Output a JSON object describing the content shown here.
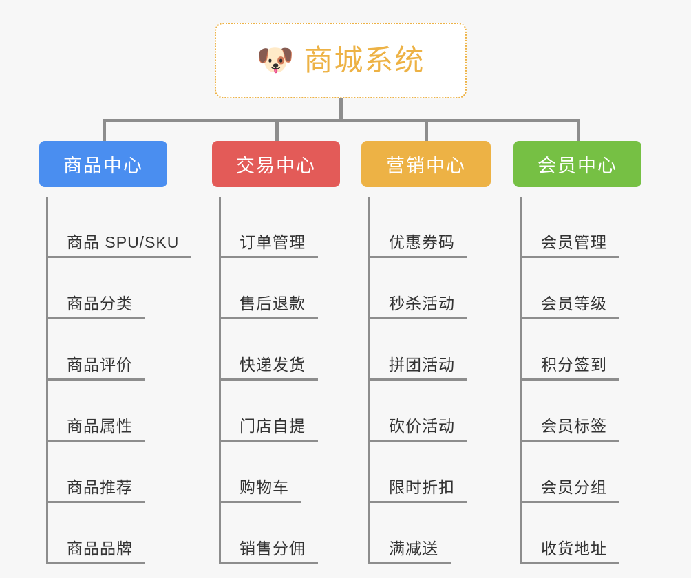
{
  "page": {
    "background_color": "#f7f7f7",
    "line_color": "#8d8d8d",
    "leaf_text_color": "#333333"
  },
  "root": {
    "title": "商城系统",
    "emoji": "🐶",
    "emoji_name": "shiba-dog-face",
    "accent_color": "#edb245",
    "border_style": "dotted",
    "background_color": "#ffffff"
  },
  "columns": [
    {
      "id": "product-center",
      "label": "商品中心",
      "color": "#4a8ef0",
      "items": [
        "商品 SPU/SKU",
        "商品分类",
        "商品评价",
        "商品属性",
        "商品推荐",
        "商品品牌"
      ]
    },
    {
      "id": "trade-center",
      "label": "交易中心",
      "color": "#e35b58",
      "items": [
        "订单管理",
        "售后退款",
        "快递发货",
        "门店自提",
        "购物车",
        "销售分佣"
      ]
    },
    {
      "id": "marketing-center",
      "label": "营销中心",
      "color": "#edb245",
      "items": [
        "优惠券码",
        "秒杀活动",
        "拼团活动",
        "砍价活动",
        "限时折扣",
        "满减送"
      ]
    },
    {
      "id": "member-center",
      "label": "会员中心",
      "color": "#76c044",
      "items": [
        "会员管理",
        "会员等级",
        "积分签到",
        "会员标签",
        "会员分组",
        "收货地址"
      ]
    }
  ]
}
